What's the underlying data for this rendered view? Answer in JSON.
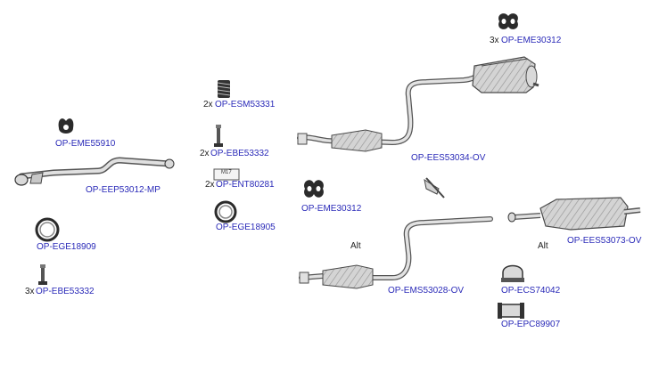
{
  "colors": {
    "link": "#2a2ab8",
    "text": "#222222",
    "part_fill": "#d9d9d9",
    "part_stroke": "#4a4a4a",
    "dark": "#2b2b2b"
  },
  "labels": {
    "eme30312_top_qty": "3x",
    "eme30312_top_code": "OP-EME30312",
    "esm53331_qty": "2x",
    "esm53331_code": "OP-ESM53331",
    "eme55910_code": "OP-EME55910",
    "ebe53332_mid_qty": "2x",
    "ebe53332_mid_code": "OP-EBE53332",
    "ent80281_qty": "2x",
    "ent80281_code": "OP-ENT80281",
    "ent80281_tag": "M17",
    "ees53034_code": "OP-EES53034-OV",
    "eep53012_code": "OP-EEP53012-MP",
    "eme30312_mid_code": "OP-EME30312",
    "ege18905_code": "OP-EGE18905",
    "ege18909_code": "OP-EGE18909",
    "ebe53332_left_qty": "3x",
    "ebe53332_left_code": "OP-EBE53332",
    "alt_center": "Alt",
    "alt_right": "Alt",
    "ees53073_code": "OP-EES53073-OV",
    "ems53028_code": "OP-EMS53028-OV",
    "ecs74042_code": "OP-ECS74042",
    "epc89907_code": "OP-EPC89907"
  }
}
